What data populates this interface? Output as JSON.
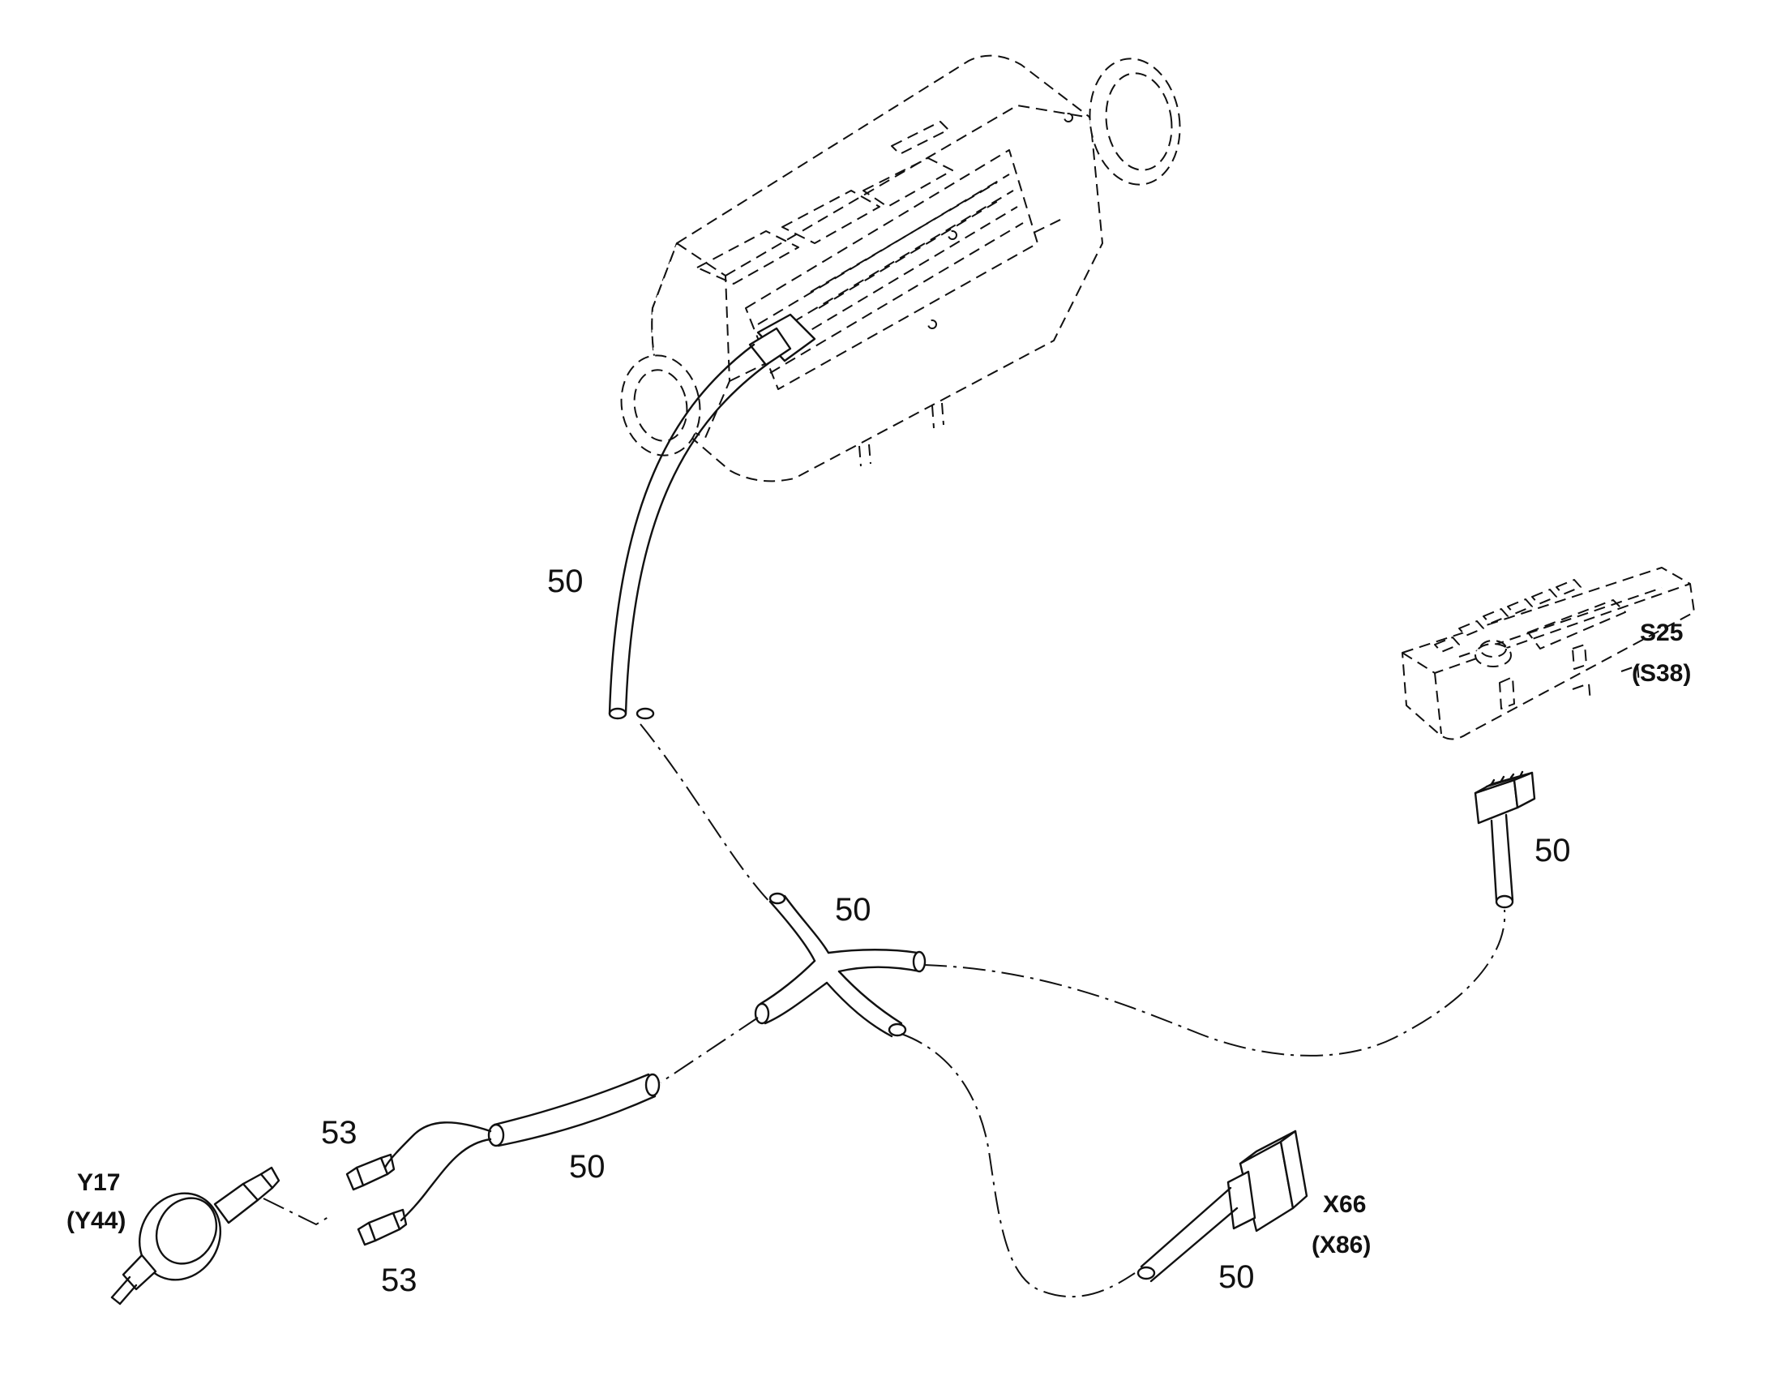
{
  "labels": {
    "cable_main": "50",
    "cable_branch": "50",
    "cable_lower": "50",
    "cable_switch": "50",
    "cable_connector": "50",
    "terminal_top": "53",
    "terminal_bottom": "53",
    "switch_code": "S25",
    "switch_alt_code": "(S38)",
    "connector_code": "X66",
    "connector_alt_code": "(X86)",
    "pump_code": "Y17",
    "pump_alt_code": "(Y44)"
  }
}
